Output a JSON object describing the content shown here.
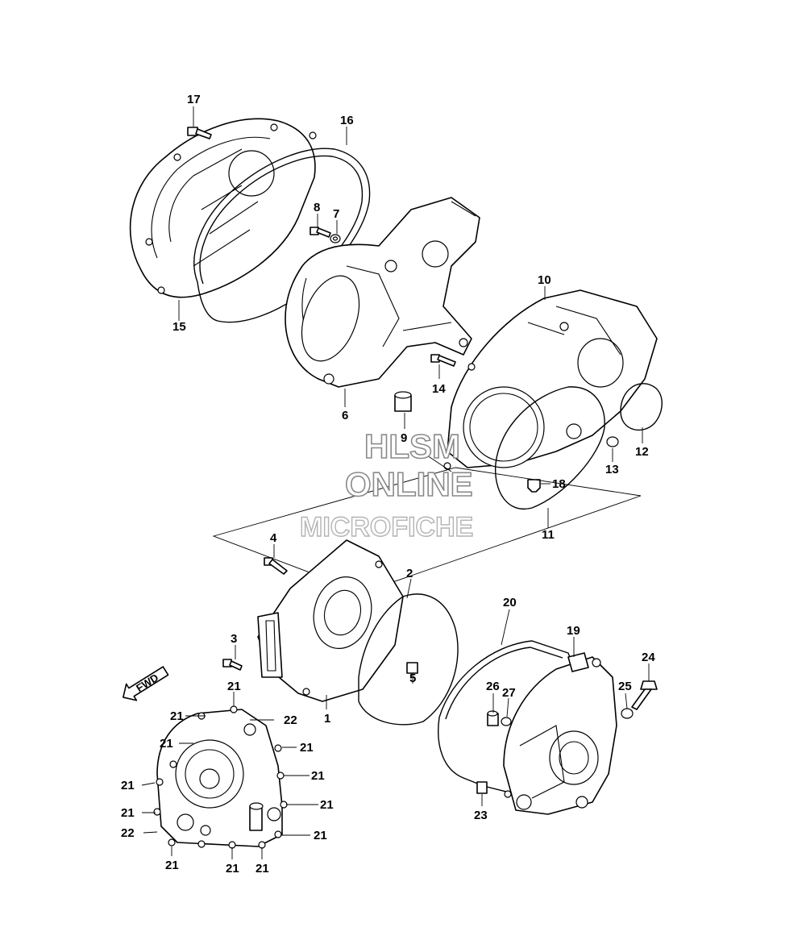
{
  "diagram": {
    "watermark": {
      "line1": "HLSM",
      "line2": "ONLINE",
      "line3": "MICROFICHE"
    },
    "direction_badge": "FWD",
    "callouts": {
      "c1": "1",
      "c2": "2",
      "c3": "3",
      "c4": "4",
      "c5": "5",
      "c6": "6",
      "c7": "7",
      "c8": "8",
      "c9": "9",
      "c10": "10",
      "c11": "11",
      "c12": "12",
      "c13": "13",
      "c14": "14",
      "c15": "15",
      "c16": "16",
      "c17": "17",
      "c18": "18",
      "c19": "19",
      "c20": "20",
      "c21": "21",
      "c22": "22",
      "c23": "23",
      "c24": "24",
      "c25": "25",
      "c26": "26",
      "c27": "27"
    }
  }
}
